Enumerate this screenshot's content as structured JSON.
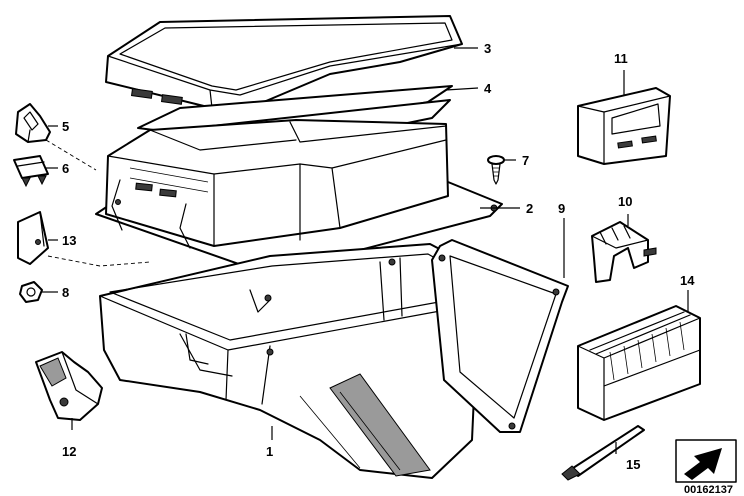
{
  "callouts": {
    "c1": "1",
    "c2": "2",
    "c3": "3",
    "c4": "4",
    "c5": "5",
    "c6": "6",
    "c7": "7",
    "c8": "8",
    "c9": "9",
    "c10": "10",
    "c11": "11",
    "c12": "12",
    "c13": "13",
    "c14": "14",
    "c15": "15"
  },
  "catalog_number": "00162137",
  "colors": {
    "line": "#000000",
    "background": "#ffffff",
    "shade": "#9a9a9a"
  },
  "icons": {
    "corner_box": "arrow-icon"
  }
}
